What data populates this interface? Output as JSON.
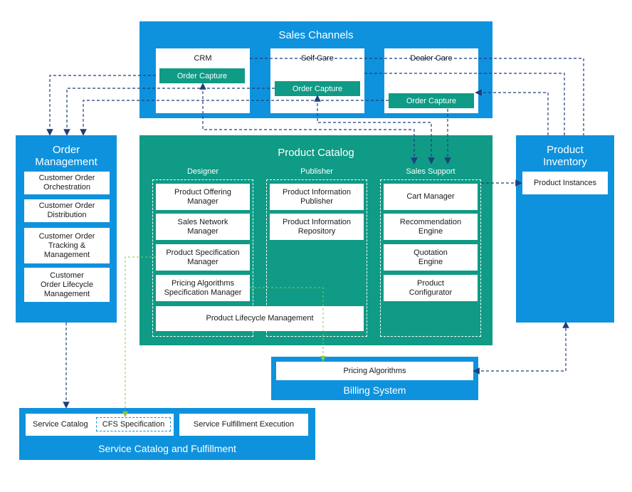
{
  "sales_channels": {
    "title": "Sales Channels",
    "crm": "CRM",
    "self_care": "Self Care",
    "dealer_care": "Dealer Care",
    "order_capture": "Order Capture"
  },
  "order_management": {
    "title": "Order\nManagement",
    "items": [
      "Customer Order\nOrchestration",
      "Customer Order\nDistribution",
      "Customer Order\nTracking &\nManagement",
      "Customer\nOrder Lifecycle\nManagement"
    ]
  },
  "product_catalog": {
    "title": "Product Catalog",
    "designer": {
      "label": "Designer",
      "items": [
        "Product Offering\nManager",
        "Sales Network\nManager",
        "Product Specification\nManager",
        "Pricing Algorithms\nSpecification Manager"
      ]
    },
    "publisher": {
      "label": "Publisher",
      "items": [
        "Product Information\nPublisher",
        "Product Information\nRepository"
      ]
    },
    "sales_support": {
      "label": "Sales Support",
      "items": [
        "Cart Manager",
        "Recommendation\nEngine",
        "Quotation\nEngine",
        "Product\nConfigurator"
      ]
    },
    "lifecycle": "Product Lifecycle Management"
  },
  "product_inventory": {
    "title": "Product\nInventory",
    "item": "Product Instances"
  },
  "billing_system": {
    "title": "Billing System",
    "item": "Pricing Algorithms"
  },
  "service_catalog": {
    "title": "Service Catalog and Fulfillment",
    "catalog": "Service Catalog",
    "cfs": "CFS Specification",
    "execution": "Service Fulfillment Execution"
  },
  "colors": {
    "blue": "#0f92dd",
    "teal": "#0f9b85",
    "connector": "#1f3f7a",
    "highlight": "#8bc34a"
  }
}
